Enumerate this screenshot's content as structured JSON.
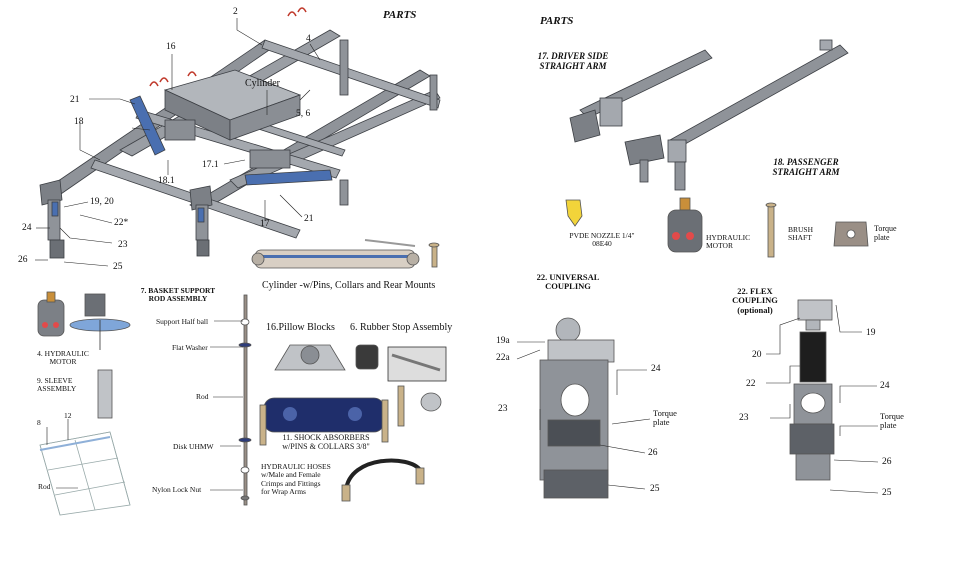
{
  "headers": {
    "left": "PARTS",
    "right": "PARTS"
  },
  "frame": {
    "n2": "2",
    "n16": "16",
    "n4": "4",
    "cylinder": "Cylinder",
    "n21a": "21",
    "n18": "18",
    "n56": "5, 6",
    "n171": "17.1",
    "n181": "18.1",
    "n1920": "19, 20",
    "n22s": "22*",
    "n24": "24",
    "n23": "23",
    "n26": "26",
    "n25": "25",
    "n17": "17",
    "n21b": "21"
  },
  "cylinder_kit": {
    "caption": "Cylinder -w/Pins, Collars and Rear Mounts"
  },
  "arms": {
    "driver": [
      "17. DRIVER SIDE",
      "STRAIGHT ARM"
    ],
    "passenger": [
      "18. PASSENGER",
      "STRAIGHT ARM"
    ]
  },
  "accessories": {
    "nozzle": [
      "PVDE NOZZLE 1/4\"",
      "08E40"
    ],
    "motor": [
      "HYDRAULIC",
      "MOTOR"
    ],
    "shaft": [
      "BRUSH",
      "SHAFT"
    ],
    "plate": [
      "Torque",
      "plate"
    ]
  },
  "basket_support": {
    "title": [
      "7. BASKET SUPPORT",
      "ROD ASSEMBLY"
    ],
    "labels": {
      "half_ball": "Support Half ball",
      "flat_washer": "Flat Washer",
      "rod": "Rod",
      "disk": "Disk UHMW",
      "nylon": "Nylon Lock Nut"
    }
  },
  "left_parts": {
    "motor": [
      "4. HYDRAULIC",
      "MOTOR"
    ],
    "sleeve": [
      "9. SLEEVE",
      "ASSEMBLY"
    ],
    "n8": "8",
    "n12": "12",
    "rod": "Rod"
  },
  "middle_parts": {
    "pillow": "16.Pillow Blocks",
    "rubber": "6. Rubber Stop Assembly",
    "shock": [
      "11. SHOCK ABSORBERS",
      "w/PINS & COLLARS 3/8\""
    ],
    "hoses": [
      "HYDRAULIC HOSES",
      "w/Male and Female",
      "Crimps and Fittings",
      "for Wrap Arms"
    ]
  },
  "universal": {
    "title": [
      "22. UNIVERSAL",
      "COUPLING"
    ],
    "n19a": "19a",
    "n22a": "22a",
    "n23": "23",
    "n24": "24",
    "torque": [
      "Torque",
      "plate"
    ],
    "n26": "26",
    "n25": "25"
  },
  "flex": {
    "title": [
      "22. FLEX",
      "COUPLING",
      "(optional)"
    ],
    "n19": "19",
    "n20": "20",
    "n22": "22",
    "n23": "23",
    "n24": "24",
    "torque": [
      "Torque",
      "plate"
    ],
    "n26": "26",
    "n25": "25"
  },
  "colors": {
    "steel": "#8f9399",
    "steel_dark": "#5d6167",
    "blue": "#4a6fb0",
    "red_handle": "#c0392b",
    "yellow": "#f2d43a",
    "tan": "#c9b289"
  }
}
